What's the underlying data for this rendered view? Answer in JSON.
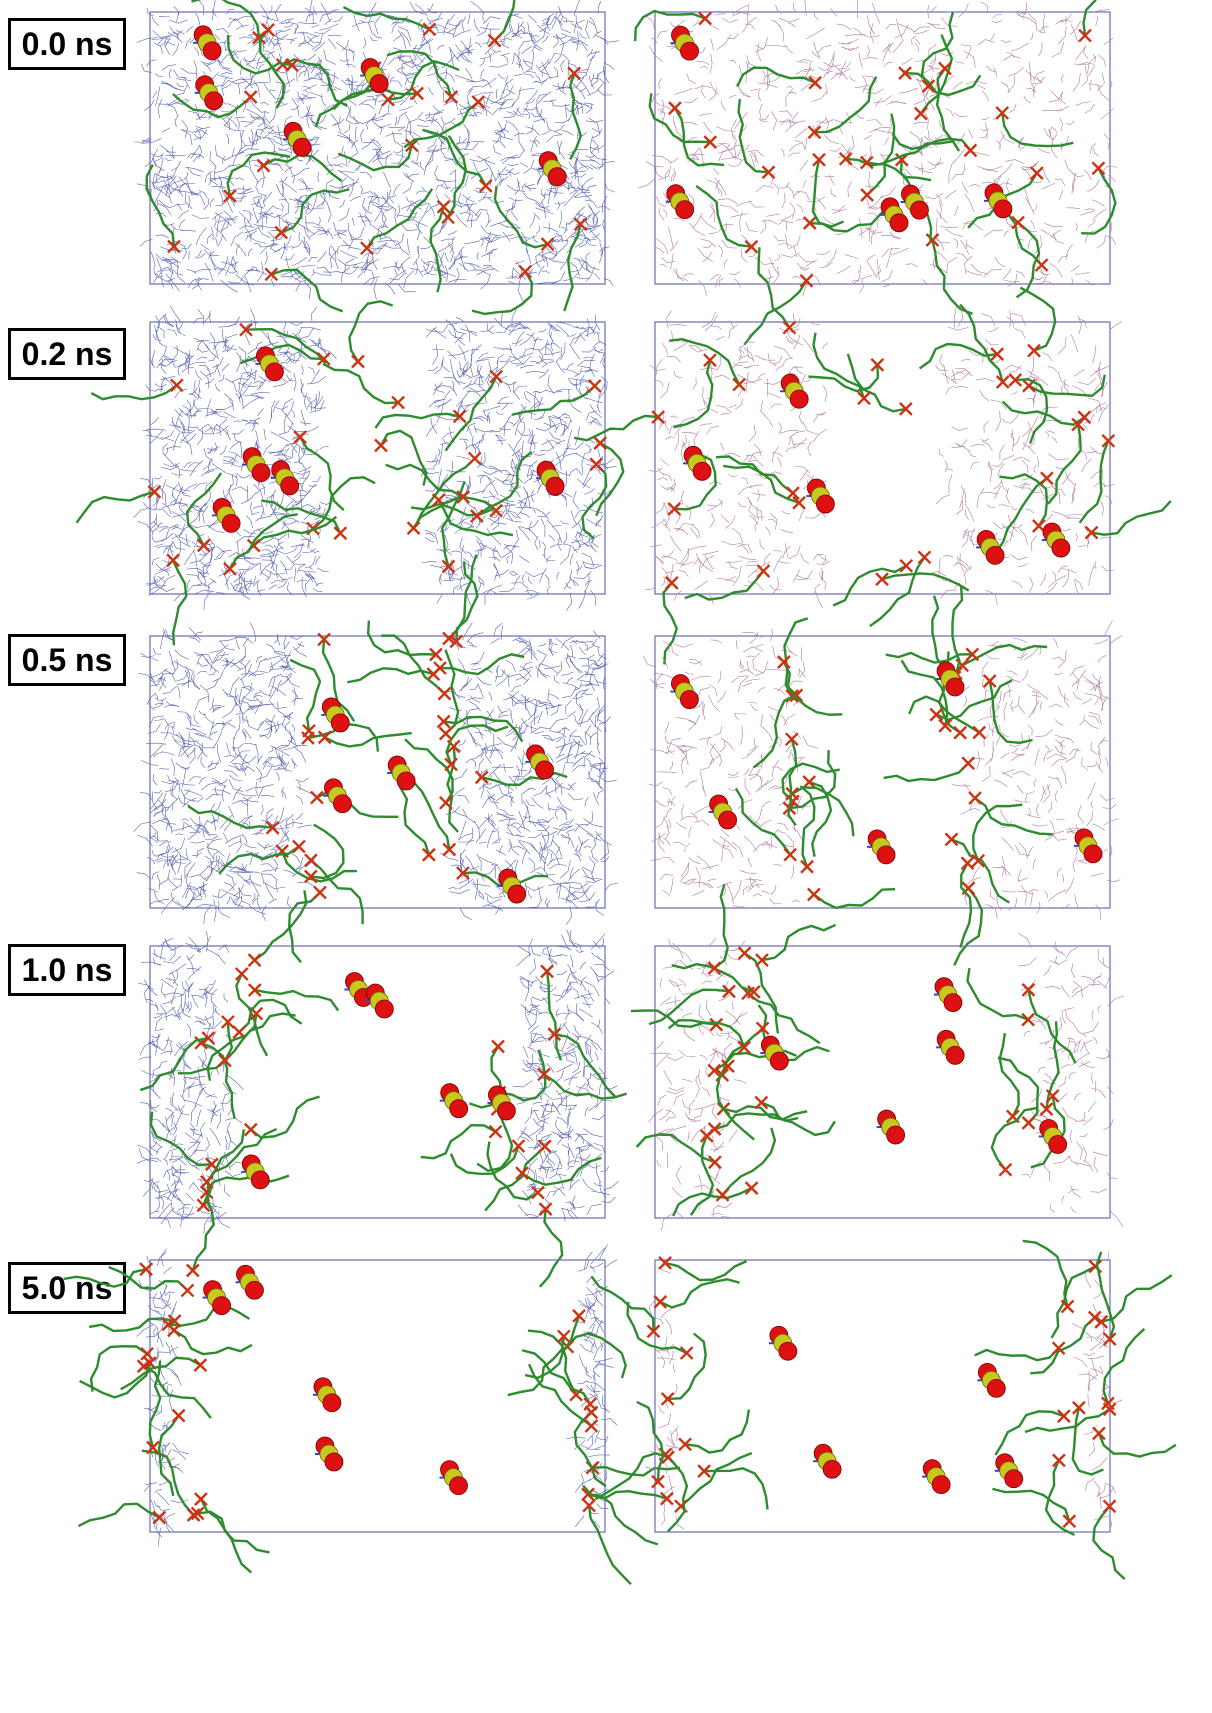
{
  "frames": [
    {
      "time_label": "0.0 ns",
      "gap": 0.0
    },
    {
      "time_label": "0.2 ns",
      "gap": 0.25
    },
    {
      "time_label": "0.5 ns",
      "gap": 0.35
    },
    {
      "time_label": "1.0 ns",
      "gap": 0.65
    },
    {
      "time_label": "5.0 ns",
      "gap": 0.9
    }
  ],
  "colors": {
    "left_solvent": "#5b63b0",
    "right_solvent": "#b07ba0",
    "lipid_chain": "#2e8b2e",
    "headgroup": "#cc3311",
    "atom_o": "#dd1111",
    "atom_s": "#c8c81e",
    "atom_n": "#3344cc",
    "box_border": "#6a6ab8"
  }
}
